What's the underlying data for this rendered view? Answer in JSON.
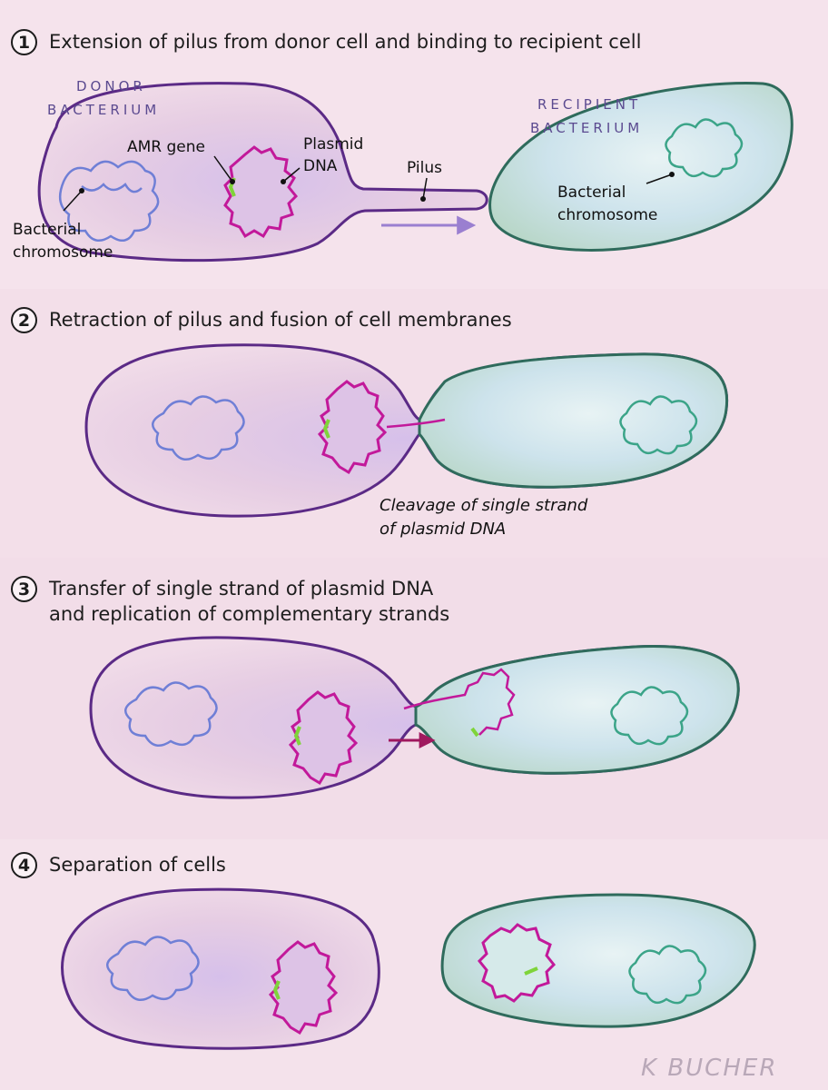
{
  "steps": [
    {
      "number": "1",
      "title": "Extension of pilus from donor cell and binding to recipient cell"
    },
    {
      "number": "2",
      "title": "Retraction of pilus and fusion of cell membranes"
    },
    {
      "number": "3",
      "title": "Transfer of single strand of plasmid DNA\nand replication of complementary strands"
    },
    {
      "number": "4",
      "title": "Separation of cells"
    }
  ],
  "labels": {
    "donor_line1": "DONOR",
    "donor_line2": "BACTERIUM",
    "recipient_line1": "RECIPIENT",
    "recipient_line2": "BACTERIUM",
    "amr_gene": "AMR gene",
    "plasmid_line1": "Plasmid",
    "plasmid_line2": "DNA",
    "pilus": "Pilus",
    "donor_chrom_line1": "Bacterial",
    "donor_chrom_line2": "chromosome",
    "recip_chrom_line1": "Bacterial",
    "recip_chrom_line2": "chromosome",
    "cleavage_line1": "Cleavage of single strand",
    "cleavage_line2": "of plasmid DNA"
  },
  "signature": "K BUCHER",
  "colors": {
    "donor_fill": "#e3c7e0",
    "donor_outline": "#5b2a86",
    "recipient_fill": "#cfe4ec",
    "recipient_outline": "#2f6b5c",
    "plasmid": "#c2199a",
    "amr_gene": "#7fd43a",
    "donor_chromosome": "#6f7fd6",
    "recipient_chromosome": "#3ba488",
    "arrow_pilus": "#9a7fd0",
    "arrow_transfer": "#a0185e"
  }
}
